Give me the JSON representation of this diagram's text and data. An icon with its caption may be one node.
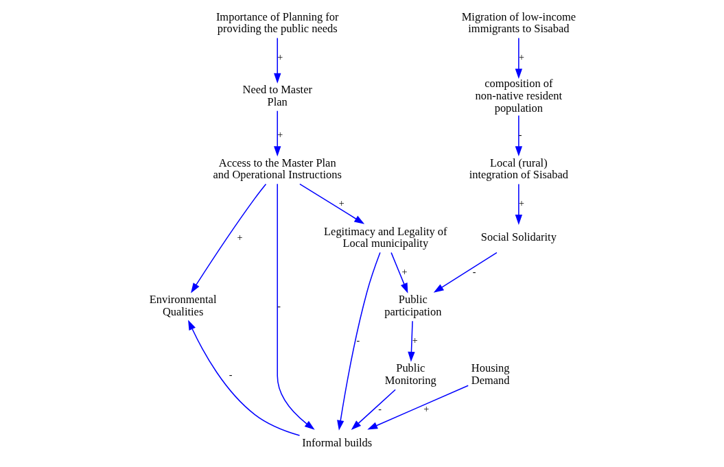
{
  "diagram": {
    "nodes": [
      {
        "text": [
          "Importance of Planning for providing the public needs"
        ]
      },
      {
        "text": [
          "Need to Master Plan"
        ]
      },
      {
        "text": [
          "Access to the Master Plan and Operational Instructions"
        ]
      },
      {
        "text": [
          "Legitimacy and Legality of Local municipality"
        ]
      },
      {
        "text": [
          "Migration of low-income immigrants to Sisabad"
        ]
      },
      {
        "text": [
          "composition of non-native resident population"
        ]
      },
      {
        "text": [
          "Environmental Qualities"
        ]
      },
      {
        "text": [
          "Public participation"
        ]
      },
      {
        "text": [
          "Local (rural) integration of Sisabad"
        ]
      },
      {
        "text": [
          "Informal builds"
        ]
      },
      {
        "text": [
          "Social Solidarity"
        ]
      },
      {
        "text": [
          "Public Monitoring"
        ]
      },
      {
        "text": [
          "Housing Demand"
        ]
      }
    ],
    "edges": [
      {
        "from": 0,
        "to": 1,
        "arrow": "to",
        "label": "+"
      },
      {
        "from": 1,
        "to": 2,
        "arrow": "to",
        "label": "+"
      },
      {
        "from": 2,
        "to": 3,
        "arrow": "to",
        "label": "+"
      },
      {
        "from": 2,
        "to": 6,
        "arrow": "to",
        "label": "+"
      },
      {
        "from": 2,
        "to": 9,
        "arrow": "to",
        "label": "-"
      },
      {
        "from": 3,
        "to": 9,
        "arrow": "to",
        "label": "-"
      },
      {
        "from": 3,
        "to": 7,
        "arrow": "to",
        "label": "+"
      },
      {
        "from": 4,
        "to": 5,
        "arrow": "to",
        "label": "+"
      },
      {
        "from": 5,
        "to": 8,
        "arrow": "to",
        "label": "-"
      },
      {
        "from": 8,
        "to": 10,
        "arrow": "to",
        "label": "+"
      },
      {
        "from": 10,
        "to": 7,
        "arrow": "to",
        "label": "-"
      },
      {
        "from": 7,
        "to": 11,
        "arrow": "to",
        "label": "+"
      },
      {
        "from": 11,
        "to": 9,
        "arrow": "to",
        "label": "-"
      },
      {
        "from": 9,
        "to": 6,
        "arrow": "to",
        "label": "-"
      },
      {
        "from": 12,
        "to": 9,
        "arrow": "to",
        "label": "+"
      }
    ]
  }
}
